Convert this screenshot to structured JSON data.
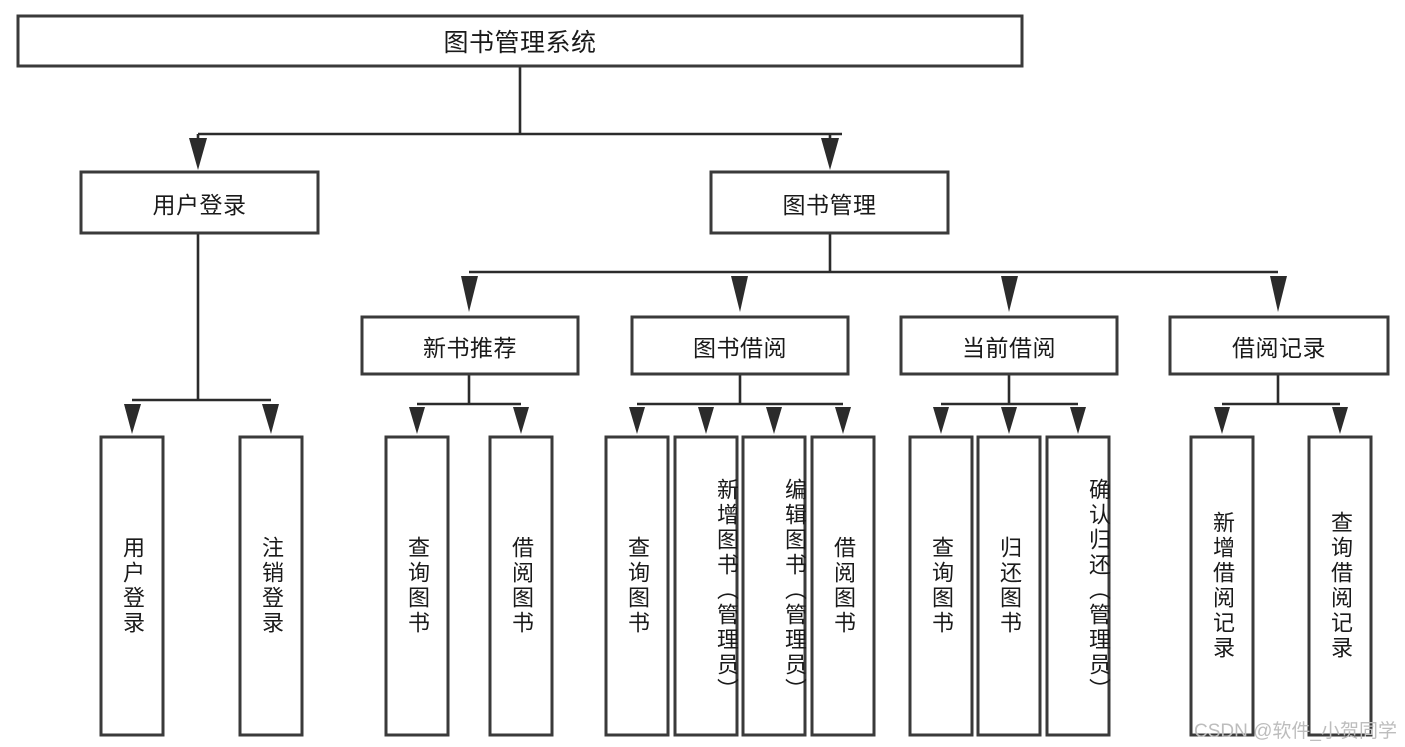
{
  "diagram": {
    "title": "图书管理系统",
    "type": "hierarchy-tree",
    "watermark": "CSDN @软件_小贺同学",
    "colors": {
      "box_stroke": "#3a3a3a",
      "connector": "#2b2b2b",
      "background": "#ffffff",
      "text": "#1a1a1a",
      "watermark": "#bdbdbd"
    },
    "levels": {
      "root": [
        {
          "id": "root",
          "label": "图书管理系统"
        }
      ],
      "level2": [
        {
          "id": "user-login",
          "label": "用户登录"
        },
        {
          "id": "book-manage",
          "label": "图书管理"
        }
      ],
      "level3": [
        {
          "id": "new-book-rec",
          "label": "新书推荐"
        },
        {
          "id": "book-borrow",
          "label": "图书借阅"
        },
        {
          "id": "current-borrow",
          "label": "当前借阅"
        },
        {
          "id": "borrow-record",
          "label": "借阅记录"
        }
      ],
      "leaves": [
        {
          "id": "leaf-user-login",
          "label": "用户登录",
          "parent": "user-login"
        },
        {
          "id": "leaf-user-logout",
          "label": "注销登录",
          "parent": "user-login"
        },
        {
          "id": "leaf-query-book-1",
          "label": "查询图书",
          "parent": "new-book-rec"
        },
        {
          "id": "leaf-borrow-book-1",
          "label": "借阅图书",
          "parent": "new-book-rec"
        },
        {
          "id": "leaf-query-book-2",
          "label": "查询图书",
          "parent": "book-borrow"
        },
        {
          "id": "leaf-add-book",
          "label": "新增图书（管理员）",
          "parent": "book-borrow"
        },
        {
          "id": "leaf-edit-book",
          "label": "编辑图书（管理员）",
          "parent": "book-borrow"
        },
        {
          "id": "leaf-borrow-book-2",
          "label": "借阅图书",
          "parent": "book-borrow"
        },
        {
          "id": "leaf-query-book-3",
          "label": "查询图书",
          "parent": "current-borrow"
        },
        {
          "id": "leaf-return-book",
          "label": "归还图书",
          "parent": "current-borrow"
        },
        {
          "id": "leaf-confirm-return",
          "label": "确认归还（管理员）",
          "parent": "current-borrow"
        },
        {
          "id": "leaf-add-record",
          "label": "新增借阅记录",
          "parent": "borrow-record"
        },
        {
          "id": "leaf-query-record",
          "label": "查询借阅记录",
          "parent": "borrow-record"
        }
      ]
    }
  }
}
